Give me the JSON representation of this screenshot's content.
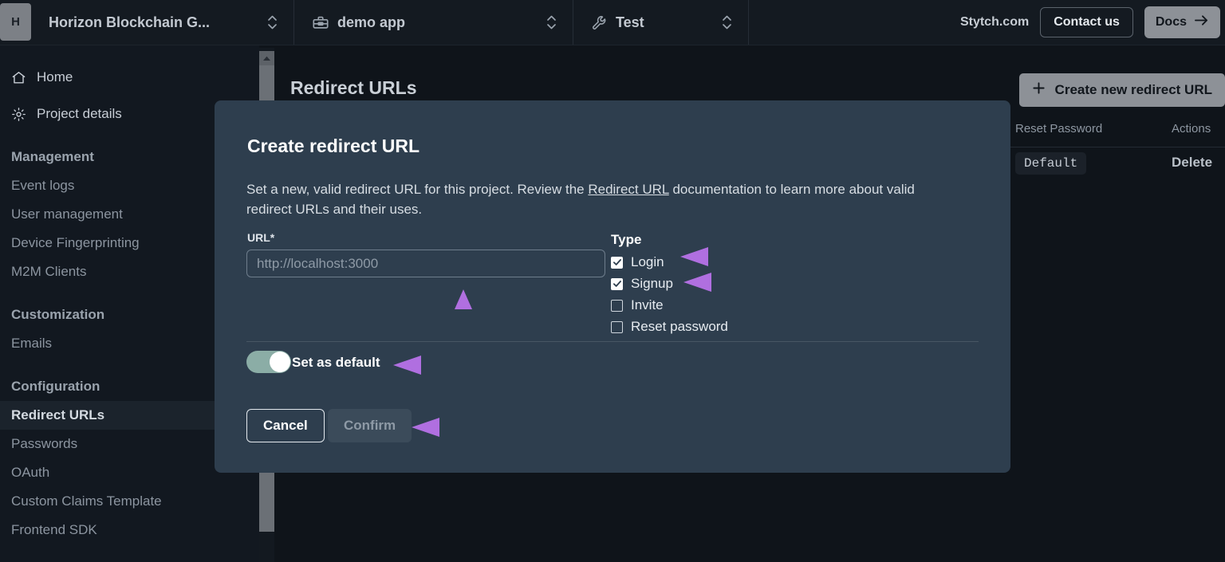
{
  "topbar": {
    "logo_initial": "H",
    "tabs": [
      {
        "label": "Horizon Blockchain G...",
        "icon": "",
        "selector": "updown-chevron-icon"
      },
      {
        "label": "demo app",
        "icon": "toolbox-icon",
        "selector": "updown-chevron-icon"
      },
      {
        "label": "Test",
        "icon": "wrench-icon",
        "selector": "updown-chevron-icon"
      }
    ],
    "site_link": "Stytch.com",
    "contact_label": "Contact us",
    "docs_label": "Docs",
    "docs_icon": "arrow-right-icon"
  },
  "sidebar": {
    "top_items": [
      {
        "label": "Home",
        "icon": "home-icon"
      },
      {
        "label": "Project details",
        "icon": "gear-icon"
      }
    ],
    "groups": [
      {
        "title": "Management",
        "items": [
          "Event logs",
          "User management",
          "Device Fingerprinting",
          "M2M Clients"
        ]
      },
      {
        "title": "Customization",
        "items": [
          "Emails"
        ]
      },
      {
        "title": "Configuration",
        "items": [
          "Redirect URLs",
          "Passwords",
          "OAuth",
          "Custom Claims Template",
          "Frontend SDK"
        ]
      }
    ],
    "active_item": "Redirect URLs"
  },
  "main": {
    "page_title": "Redirect URLs",
    "create_button": {
      "label": "Create new redirect URL",
      "icon": "plus-icon"
    },
    "table": {
      "columns": [
        "Reset Password",
        "Actions"
      ],
      "rows": [
        {
          "reset_password": "Default",
          "action": "Delete"
        }
      ]
    }
  },
  "modal": {
    "title": "Create redirect URL",
    "description_before": "Set a new, valid redirect URL for this project. Review the ",
    "description_link": "Redirect URL",
    "description_after": " documentation to learn more about valid redirect URLs and their uses.",
    "url_label": "URL*",
    "url_value": "",
    "url_placeholder": "http://localhost:3000",
    "type_label": "Type",
    "types": [
      {
        "label": "Login",
        "checked": true
      },
      {
        "label": "Signup",
        "checked": true
      },
      {
        "label": "Invite",
        "checked": false
      },
      {
        "label": "Reset password",
        "checked": false
      }
    ],
    "toggle": {
      "label": "Set as default",
      "on": true
    },
    "cancel_label": "Cancel",
    "confirm_label": "Confirm"
  },
  "annotations": {
    "arrow_color_head": "#b06fe0",
    "arrow_color_tail": "#3a4fd4",
    "targets": [
      "url-input",
      "login-checkbox",
      "signup-checkbox",
      "set-as-default-toggle",
      "confirm-button"
    ]
  },
  "colors": {
    "app_bg": "#0f141a",
    "topbar_bg": "#141a21",
    "sidebar_bg": "#121820",
    "modal_bg": "#2e3e4e",
    "accent_button": "#8d9197",
    "toggle_on": "#8bada6"
  }
}
